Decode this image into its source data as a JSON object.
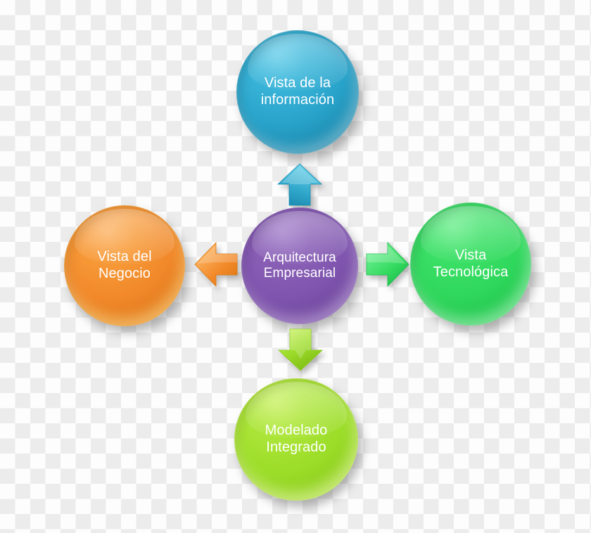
{
  "diagram": {
    "title": "Arquitectura Empresarial",
    "type": "hub-and-spoke",
    "background": "transparency-checkerboard",
    "nodes": [
      {
        "id": "top",
        "label": "Vista de la\ninformación",
        "color": "#2da6c9",
        "shape": "sphere",
        "position": "top"
      },
      {
        "id": "left",
        "label": "Vista del\nNegocio",
        "color": "#f1882a",
        "shape": "sphere",
        "position": "left"
      },
      {
        "id": "center",
        "label": "Arquitectura\nEmpresarial",
        "color": "#7e54ae",
        "shape": "sphere",
        "position": "center"
      },
      {
        "id": "right",
        "label": "Vista\nTecnológica",
        "color": "#32dd5e",
        "shape": "sphere",
        "position": "right"
      },
      {
        "id": "bottom",
        "label": "Modelado\nIntegrado",
        "color": "#9bdd28",
        "shape": "sphere",
        "position": "bottom"
      }
    ],
    "arrows": [
      {
        "id": "up",
        "direction": "up",
        "color": "#2da6c9",
        "from": "center",
        "to": "top"
      },
      {
        "id": "left",
        "direction": "left",
        "color": "#f1882a",
        "from": "center",
        "to": "left"
      },
      {
        "id": "right",
        "direction": "right",
        "color": "#32dd5e",
        "from": "center",
        "to": "right"
      },
      {
        "id": "down",
        "direction": "down",
        "color": "#9bdd28",
        "from": "center",
        "to": "bottom"
      }
    ]
  }
}
